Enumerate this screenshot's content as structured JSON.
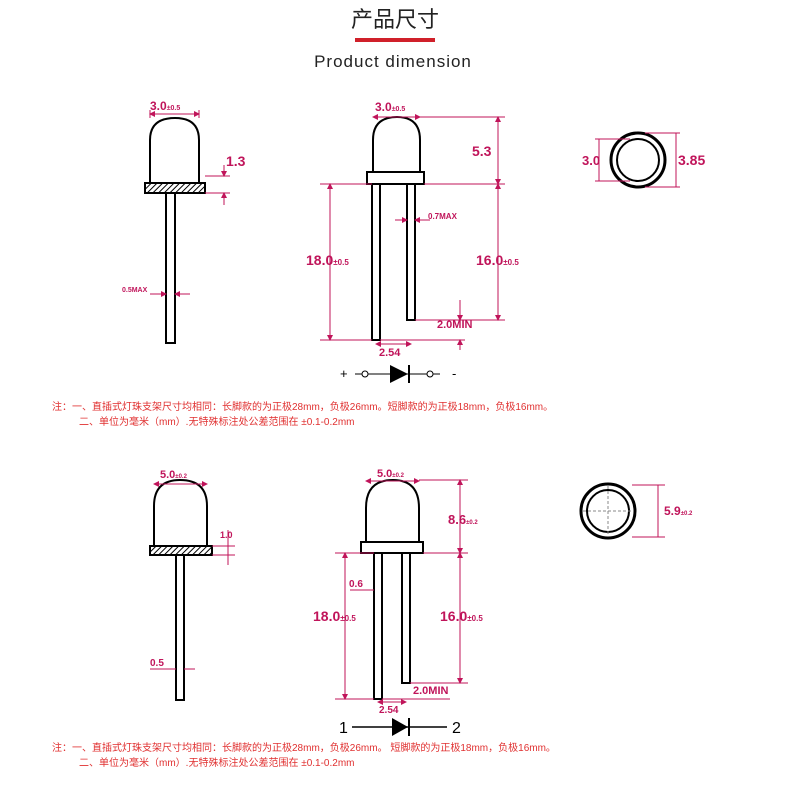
{
  "title": "产品尺寸",
  "subtitle": "Product dimension",
  "colors": {
    "dimension": "#c0145a",
    "note": "#e03030",
    "accent_bar": "#d0202a"
  },
  "led3mm": {
    "side_width": "3.0",
    "side_width_tol": "±0.5",
    "flange": "1.3",
    "lead_dia": "0.5MAX",
    "front_width": "3.0",
    "front_width_tol": "±0.5",
    "height": "5.3",
    "lead_width": "0.7MAX",
    "long_lead": "18.0",
    "long_lead_tol": "±0.5",
    "short_lead": "16.0",
    "short_lead_tol": "±0.5",
    "lead_diff": "2.0MIN",
    "pitch": "2.54",
    "top_inner": "3.0",
    "top_outer": "3.85",
    "plus": "+",
    "minus": "-"
  },
  "notes_top": [
    "注：一、直插式灯珠支架尺寸均相同：长脚款的为正极28mm，负极26mm。短脚款的为正极18mm，负极16mm。",
    "二、单位为毫米（mm）.无特殊标注处公差范围在 ±0.1-0.2mm"
  ],
  "led5mm": {
    "side_width": "5.0",
    "side_width_tol": "±0.2",
    "flange": "1.0",
    "lead_dia": "0.5",
    "front_width": "5.0",
    "front_width_tol": "±0.2",
    "height": "8.6",
    "height_tol": "±0.2",
    "lead_width": "0.6",
    "long_lead": "18.0",
    "long_lead_tol": "±0.5",
    "short_lead": "16.0",
    "short_lead_tol": "±0.5",
    "lead_diff": "2.0MIN",
    "pitch": "2.54",
    "top_dia": "5.9",
    "top_dia_tol": "±0.2",
    "pin1": "1",
    "pin2": "2"
  },
  "notes_bottom": [
    "注：一、直插式灯珠支架尺寸均相同：长脚款的为正极28mm，负极26mm。 短脚款的为正极18mm，负极16mm。",
    "二、单位为毫米（mm）.无特殊标注处公差范围在 ±0.1-0.2mm"
  ]
}
